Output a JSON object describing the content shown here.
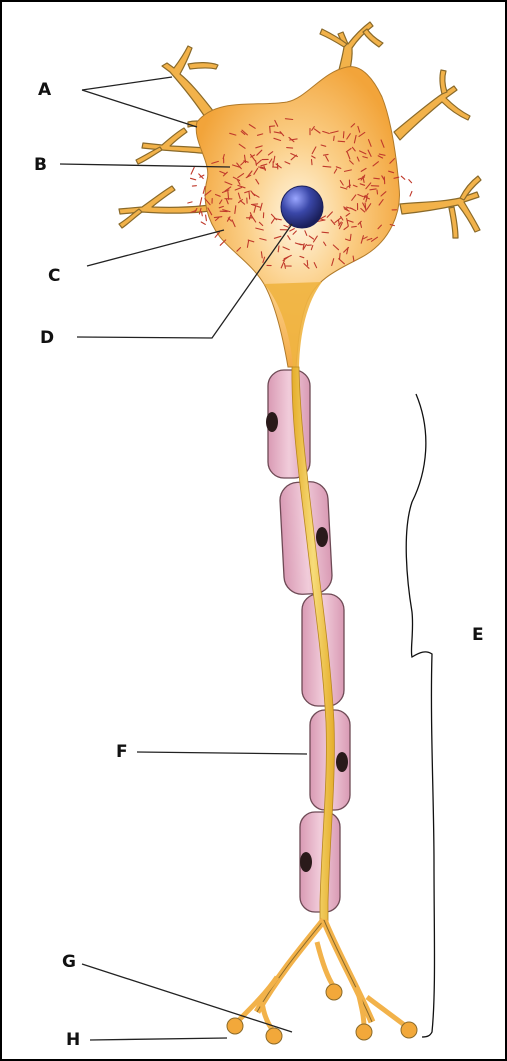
{
  "labels": {
    "a": "A",
    "b": "B",
    "c": "C",
    "d": "D",
    "e": "E",
    "f": "F",
    "g": "G",
    "h": "H"
  },
  "colors": {
    "cell_body": "#f4a93a",
    "cell_body_light": "#fff3d6",
    "dendrite_edge": "#8a6a2a",
    "speckle": "#c0392b",
    "nucleus": "#2f3a8f",
    "myelin": "#e7b7c9",
    "myelin_edge": "#6e4a55",
    "schwann_nucleus": "#2a1a1a",
    "axon": "#f2c24a",
    "leader_line": "#222222"
  }
}
